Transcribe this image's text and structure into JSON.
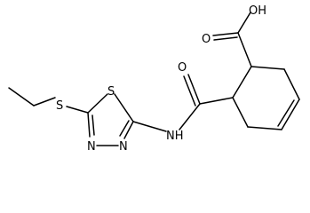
{
  "molecule": {
    "atoms": {
      "oh": "OH",
      "carbonyl_o_acid": "O",
      "carbonyl_o_amide": "O",
      "nh": "NH",
      "s_ring": "S",
      "s_ethyl": "S",
      "n_ring_left": "N",
      "n_ring_right": "N"
    }
  }
}
